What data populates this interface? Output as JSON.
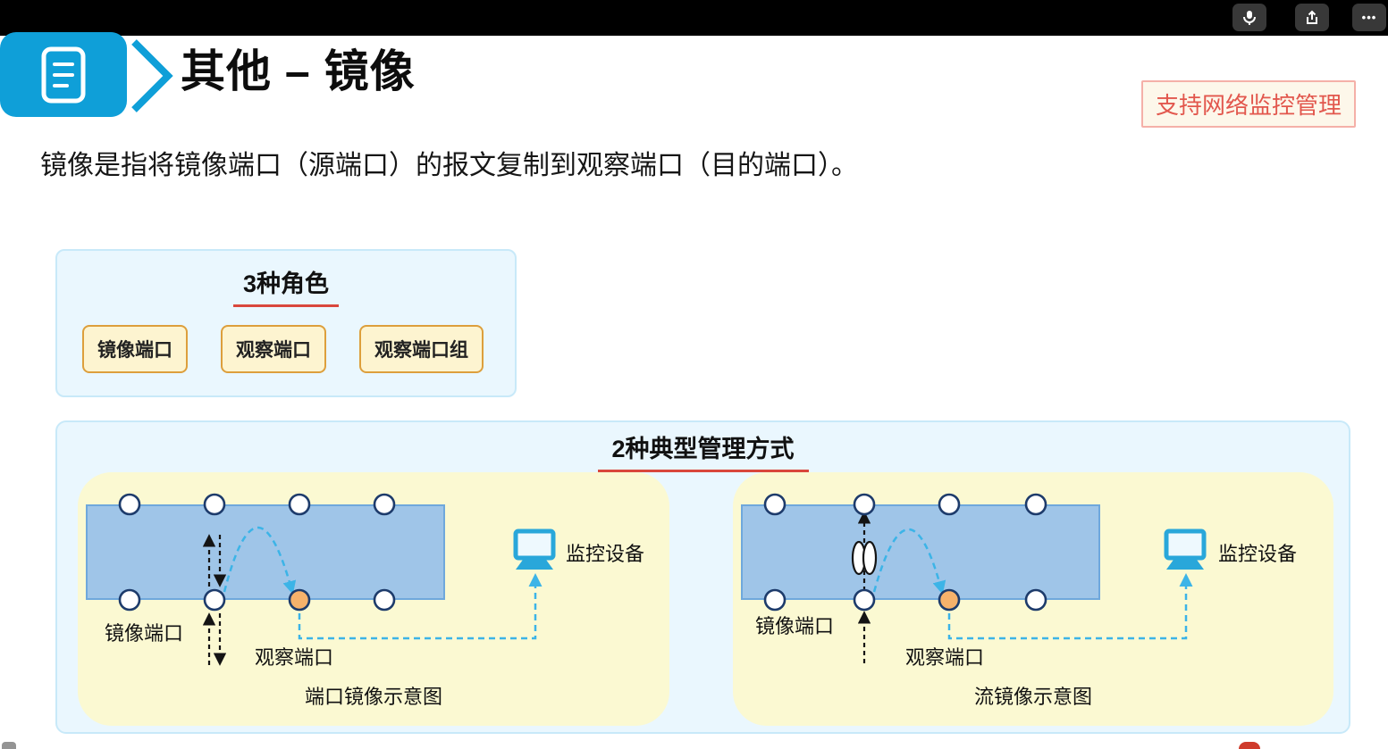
{
  "topbar": {
    "more_glyph": "•••",
    "icons": [
      "voice-icon",
      "popout-icon",
      "more-icon"
    ]
  },
  "header": {
    "title": "其他 – 镜像",
    "badge": "支持网络监控管理"
  },
  "intro": "镜像是指将镜像端口（源端口）的报文复制到观察端口（目的端口）。",
  "roles": {
    "title": "3种角色",
    "items": [
      "镜像端口",
      "观察端口",
      "观察端口组"
    ]
  },
  "methods": {
    "title": "2种典型管理方式",
    "left": {
      "mirror_port_label": "镜像端口",
      "observe_port_label": "观察端口",
      "monitor_label": "监控设备",
      "caption": "端口镜像示意图"
    },
    "right": {
      "mirror_port_label": "镜像端口",
      "observe_port_label": "观察端口",
      "monitor_label": "监控设备",
      "caption": "流镜像示意图"
    }
  },
  "colors": {
    "accent_blue": "#0f9fd8",
    "underline_red": "#d9473c",
    "badge_border": "#f5b0a8",
    "badge_text": "#e2574d",
    "badge_bg": "#fdf7ea",
    "box_bg": "#eaf7fe",
    "box_border": "#c8e9f9",
    "panel_yellow": "#fbf9d2",
    "chip_bg": "#fdf4d0",
    "chip_border": "#dd9f3c",
    "switch_fill": "#9fc5e8",
    "port_stroke": "#1d3b6b",
    "observe_port_fill": "#f6b26b",
    "link_cyan": "#3cb4e7"
  }
}
